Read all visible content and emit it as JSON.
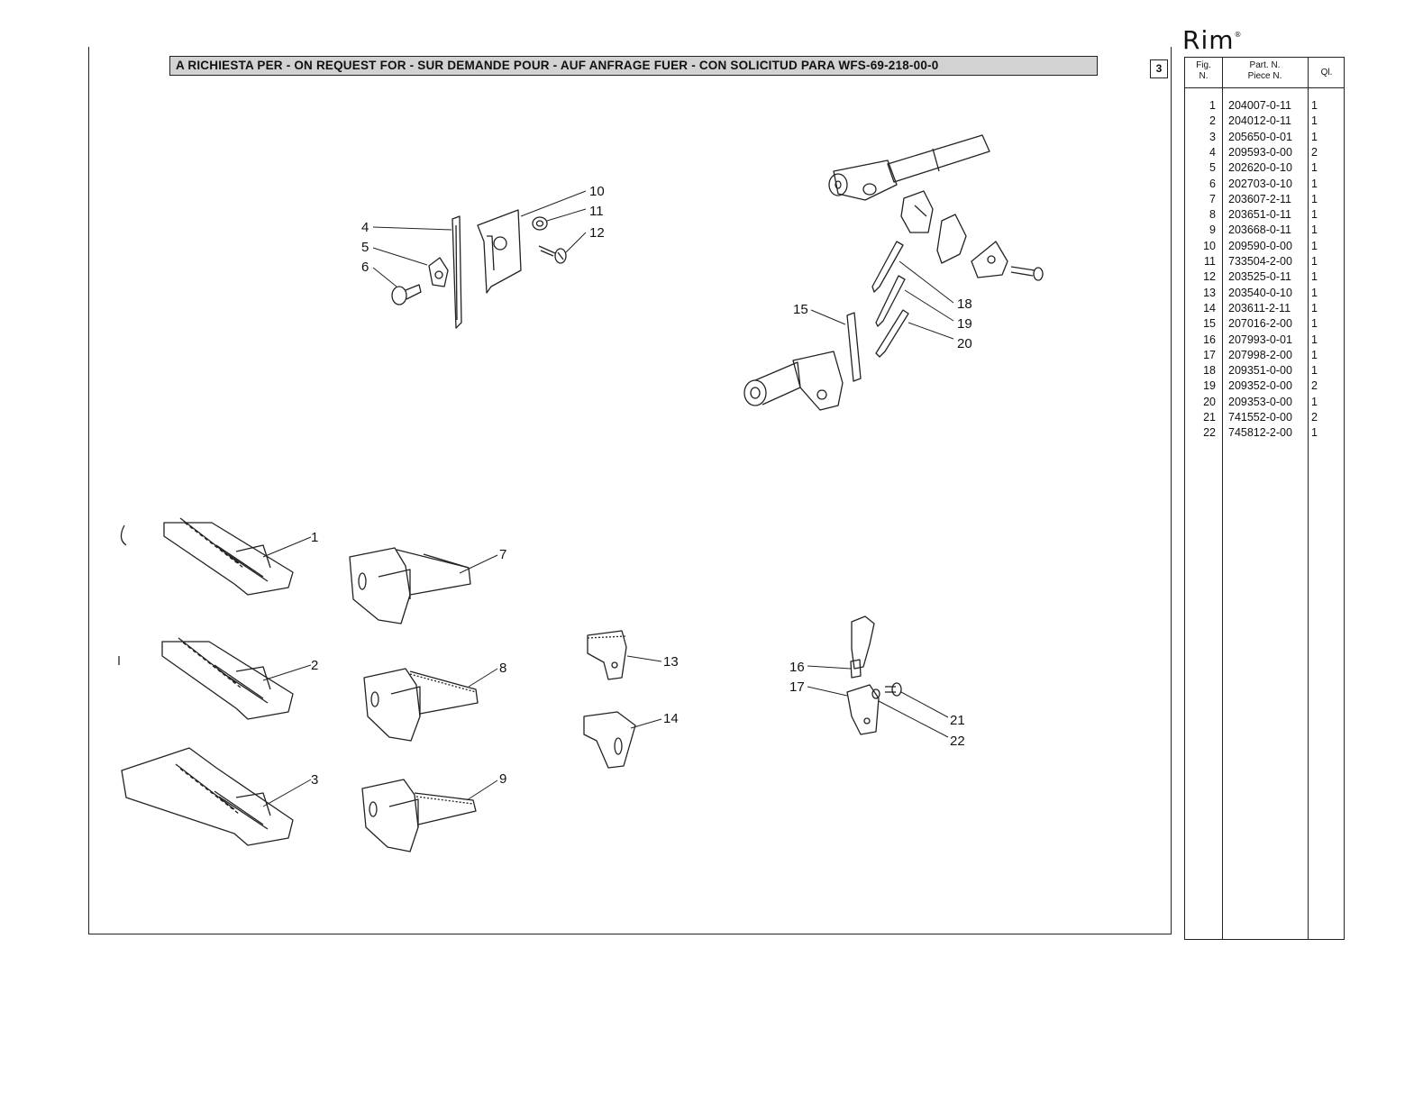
{
  "header": {
    "band_text": "A RICHIESTA PER - ON REQUEST FOR - SUR DEMANDE POUR - AUF ANFRAGE FUER - CON SOLICITUD PARA   WFS-69-218-00-0",
    "page_number": "3"
  },
  "brand": {
    "name": "Rim",
    "mark": "®"
  },
  "table": {
    "col_fig": [
      "Fig.",
      "N."
    ],
    "col_part": [
      "Part. N.",
      "Piece N."
    ],
    "col_qty": "Ql.",
    "rows": [
      {
        "fig": "1",
        "part": "204007-0-11",
        "qty": "1"
      },
      {
        "fig": "2",
        "part": "204012-0-11",
        "qty": "1"
      },
      {
        "fig": "3",
        "part": "205650-0-01",
        "qty": "1"
      },
      {
        "fig": "4",
        "part": "209593-0-00",
        "qty": "2"
      },
      {
        "fig": "5",
        "part": "202620-0-10",
        "qty": "1"
      },
      {
        "fig": "6",
        "part": "202703-0-10",
        "qty": "1"
      },
      {
        "fig": "7",
        "part": "203607-2-11",
        "qty": "1"
      },
      {
        "fig": "8",
        "part": "203651-0-11",
        "qty": "1"
      },
      {
        "fig": "9",
        "part": "203668-0-11",
        "qty": "1"
      },
      {
        "fig": "10",
        "part": "209590-0-00",
        "qty": "1"
      },
      {
        "fig": "11",
        "part": "733504-2-00",
        "qty": "1"
      },
      {
        "fig": "12",
        "part": "203525-0-11",
        "qty": "1"
      },
      {
        "fig": "13",
        "part": "203540-0-10",
        "qty": "1"
      },
      {
        "fig": "14",
        "part": "203611-2-11",
        "qty": "1"
      },
      {
        "fig": "15",
        "part": "207016-2-00",
        "qty": "1"
      },
      {
        "fig": "16",
        "part": "207993-0-01",
        "qty": "1"
      },
      {
        "fig": "17",
        "part": "207998-2-00",
        "qty": "1"
      },
      {
        "fig": "18",
        "part": "209351-0-00",
        "qty": "1"
      },
      {
        "fig": "19",
        "part": "209352-0-00",
        "qty": "2"
      },
      {
        "fig": "20",
        "part": "209353-0-00",
        "qty": "1"
      },
      {
        "fig": "21",
        "part": "741552-0-00",
        "qty": "2"
      },
      {
        "fig": "22",
        "part": "745812-2-00",
        "qty": "1"
      }
    ]
  },
  "callouts": {
    "c1": "1",
    "c2": "2",
    "c3": "3",
    "c4": "4",
    "c5": "5",
    "c6": "6",
    "c7": "7",
    "c8": "8",
    "c9": "9",
    "c10": "10",
    "c11": "11",
    "c12": "12",
    "c13": "13",
    "c14": "14",
    "c15": "15",
    "c16": "16",
    "c17": "17",
    "c18": "18",
    "c19": "19",
    "c20": "20",
    "c21": "21",
    "c22": "22"
  }
}
